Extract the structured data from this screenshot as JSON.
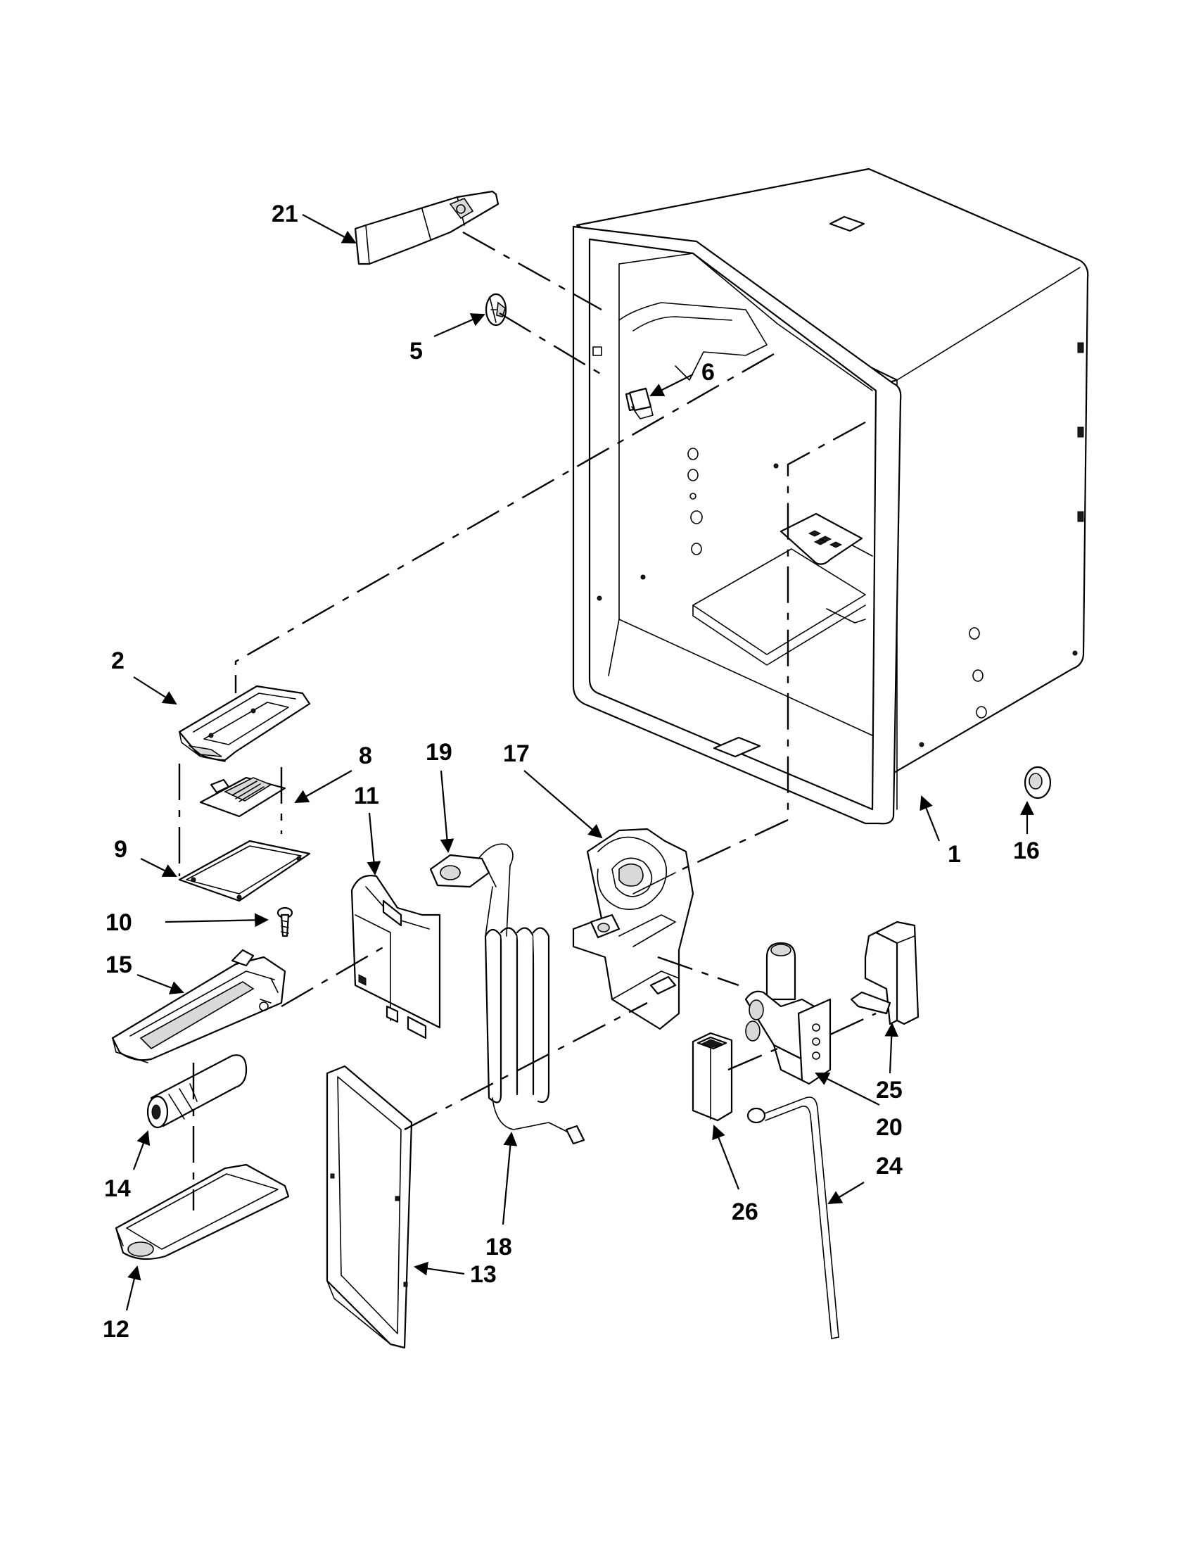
{
  "callouts": {
    "c1": "1",
    "c2": "2",
    "c5": "5",
    "c6": "6",
    "c8": "8",
    "c9": "9",
    "c10": "10",
    "c11": "11",
    "c12": "12",
    "c13": "13",
    "c14": "14",
    "c15": "15",
    "c16": "16",
    "c17": "17",
    "c18": "18",
    "c19": "19",
    "c20": "20",
    "c21": "21",
    "c24": "24",
    "c25": "25",
    "c26": "26"
  }
}
